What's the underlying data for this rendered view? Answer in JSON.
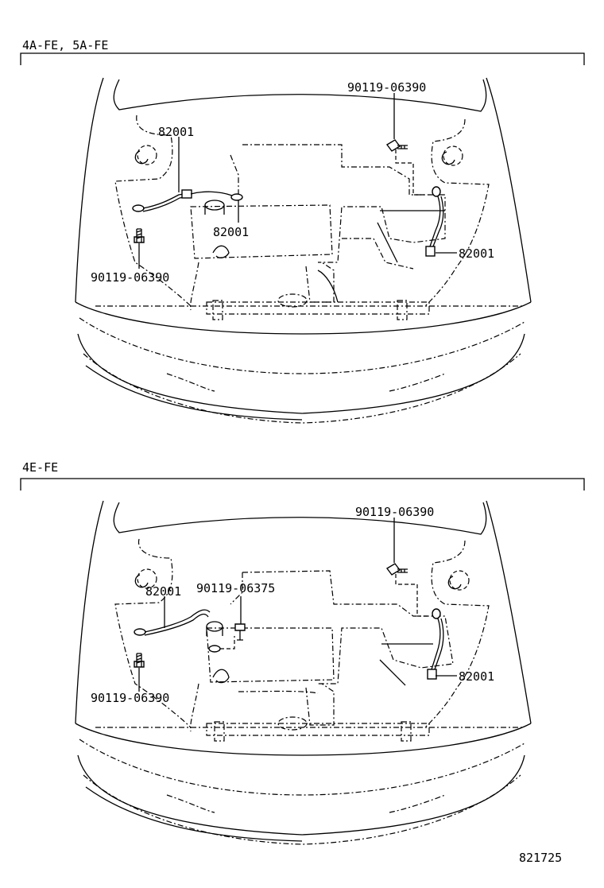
{
  "sections": [
    {
      "engine_label": "4A-FE, 5A-FE",
      "callouts": [
        "82001",
        "82001",
        "82001",
        "90119-06390",
        "90119-06390"
      ]
    },
    {
      "engine_label": "4E-FE",
      "callouts": [
        "82001",
        "82001",
        "90119-06375",
        "90119-06390",
        "90119-06390"
      ]
    }
  ],
  "illustration_number": "821725"
}
